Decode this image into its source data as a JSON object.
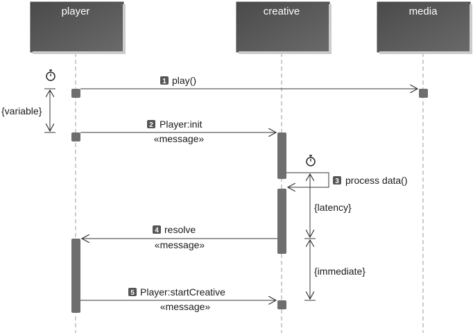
{
  "lifelines": [
    {
      "id": "player",
      "label": "player"
    },
    {
      "id": "creative",
      "label": "creative"
    },
    {
      "id": "media",
      "label": "media"
    }
  ],
  "messages": [
    {
      "number": "1",
      "label": "play()",
      "stereotype": ""
    },
    {
      "number": "2",
      "label": "Player:init",
      "stereotype": "«message»"
    },
    {
      "number": "3",
      "label": "process data()",
      "stereotype": ""
    },
    {
      "number": "4",
      "label": "resolve",
      "stereotype": "«message»"
    },
    {
      "number": "5",
      "label": "Player:startCreative",
      "stereotype": "«message»"
    }
  ],
  "constraints": [
    {
      "label": "{variable}"
    },
    {
      "label": "{latency}"
    },
    {
      "label": "{immediate}"
    }
  ],
  "icons": [
    "stopwatch-icon",
    "stopwatch-icon"
  ],
  "colors": {
    "lifeline_header": "#5c5c5c",
    "activation": "#6e6e6e",
    "line": "#333333",
    "dashed": "#999999",
    "badge": "#555555"
  }
}
